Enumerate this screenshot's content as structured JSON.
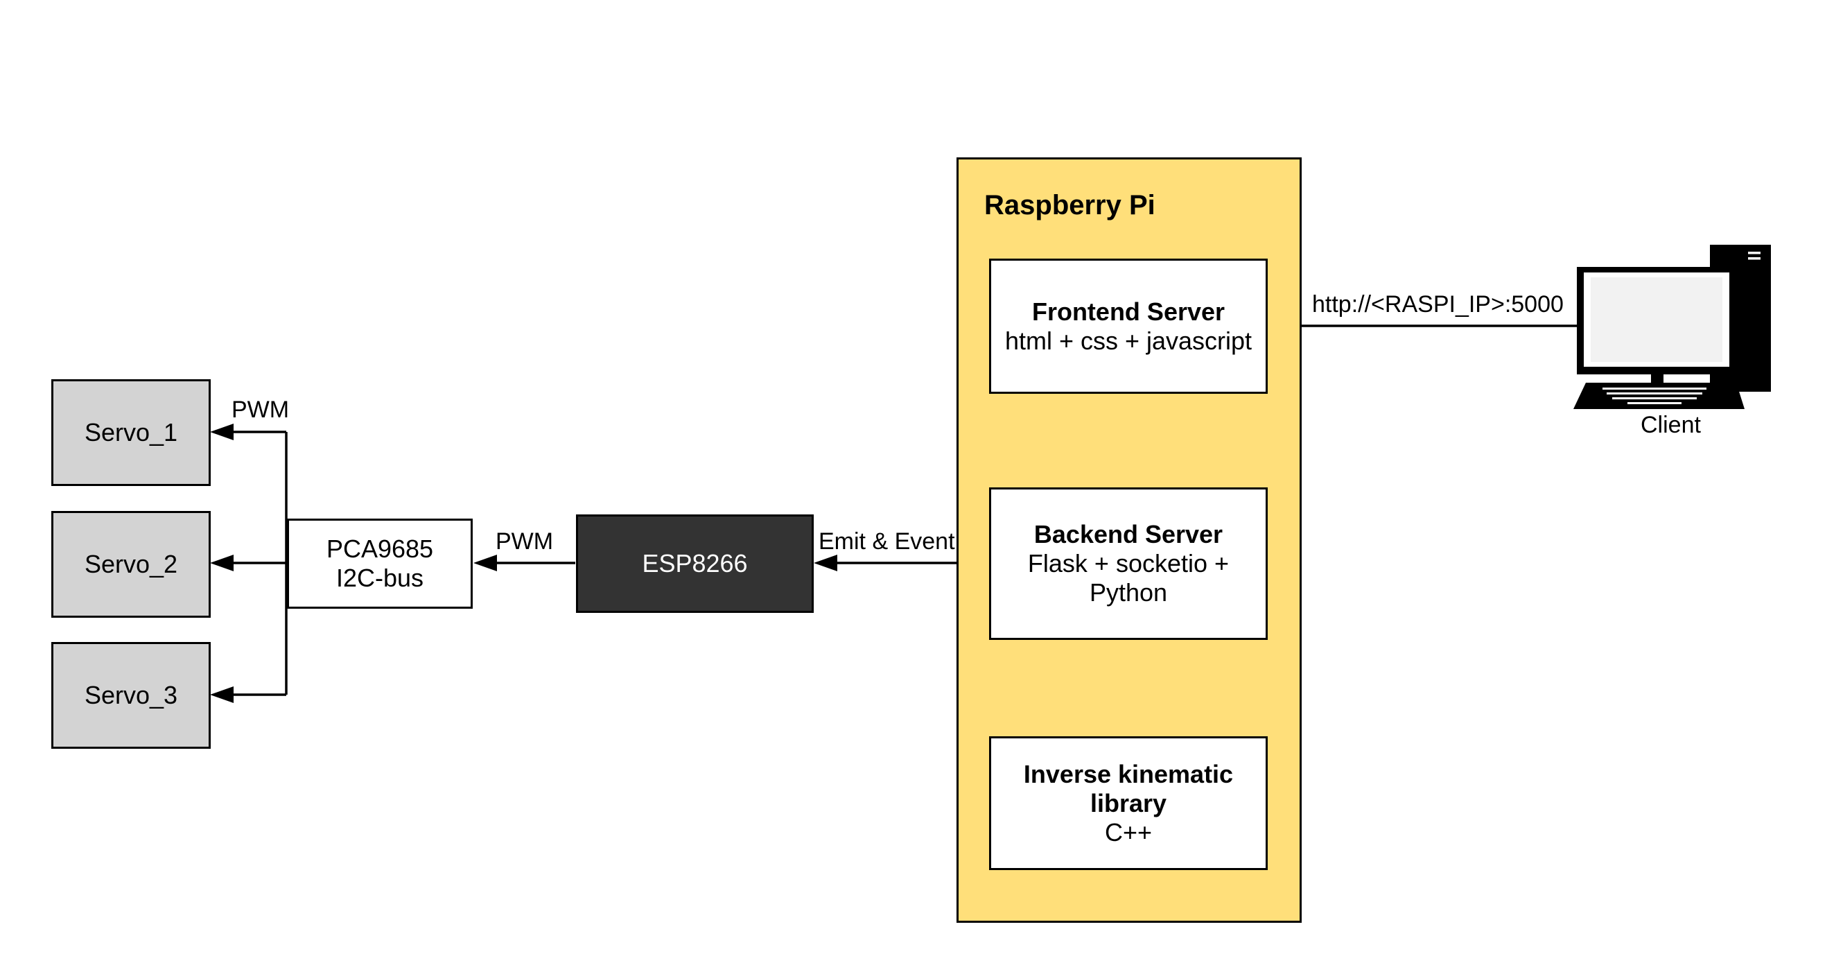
{
  "colors": {
    "raspberry_pi_fill": "#ffdf7a",
    "servo_fill": "#d3d3d3",
    "esp_fill": "#333333",
    "esp_text": "#ffffff",
    "line": "#000000"
  },
  "nodes": {
    "servo_1": "Servo_1",
    "servo_2": "Servo_2",
    "servo_3": "Servo_3",
    "pca": {
      "line1": "PCA9685",
      "line2": "I2C-bus"
    },
    "esp": "ESP8266",
    "raspberry_pi": "Raspberry Pi",
    "frontend": {
      "title": "Frontend Server",
      "subtitle": "html + css + javascript"
    },
    "backend": {
      "title": "Backend Server",
      "subtitle_line1": "Flask + socketio +",
      "subtitle_line2": "Python"
    },
    "ik": {
      "title_line1": "Inverse kinematic",
      "title_line2": "library",
      "subtitle": "C++"
    },
    "client": {
      "label": "Client",
      "icon": "desktop-computer-icon"
    }
  },
  "edges": {
    "pca_to_servos": "PWM",
    "esp_to_pca": "PWM",
    "esp_backend": "Emit & Event",
    "client_to_frontend": "http://<RASPI_IP>:5000"
  }
}
